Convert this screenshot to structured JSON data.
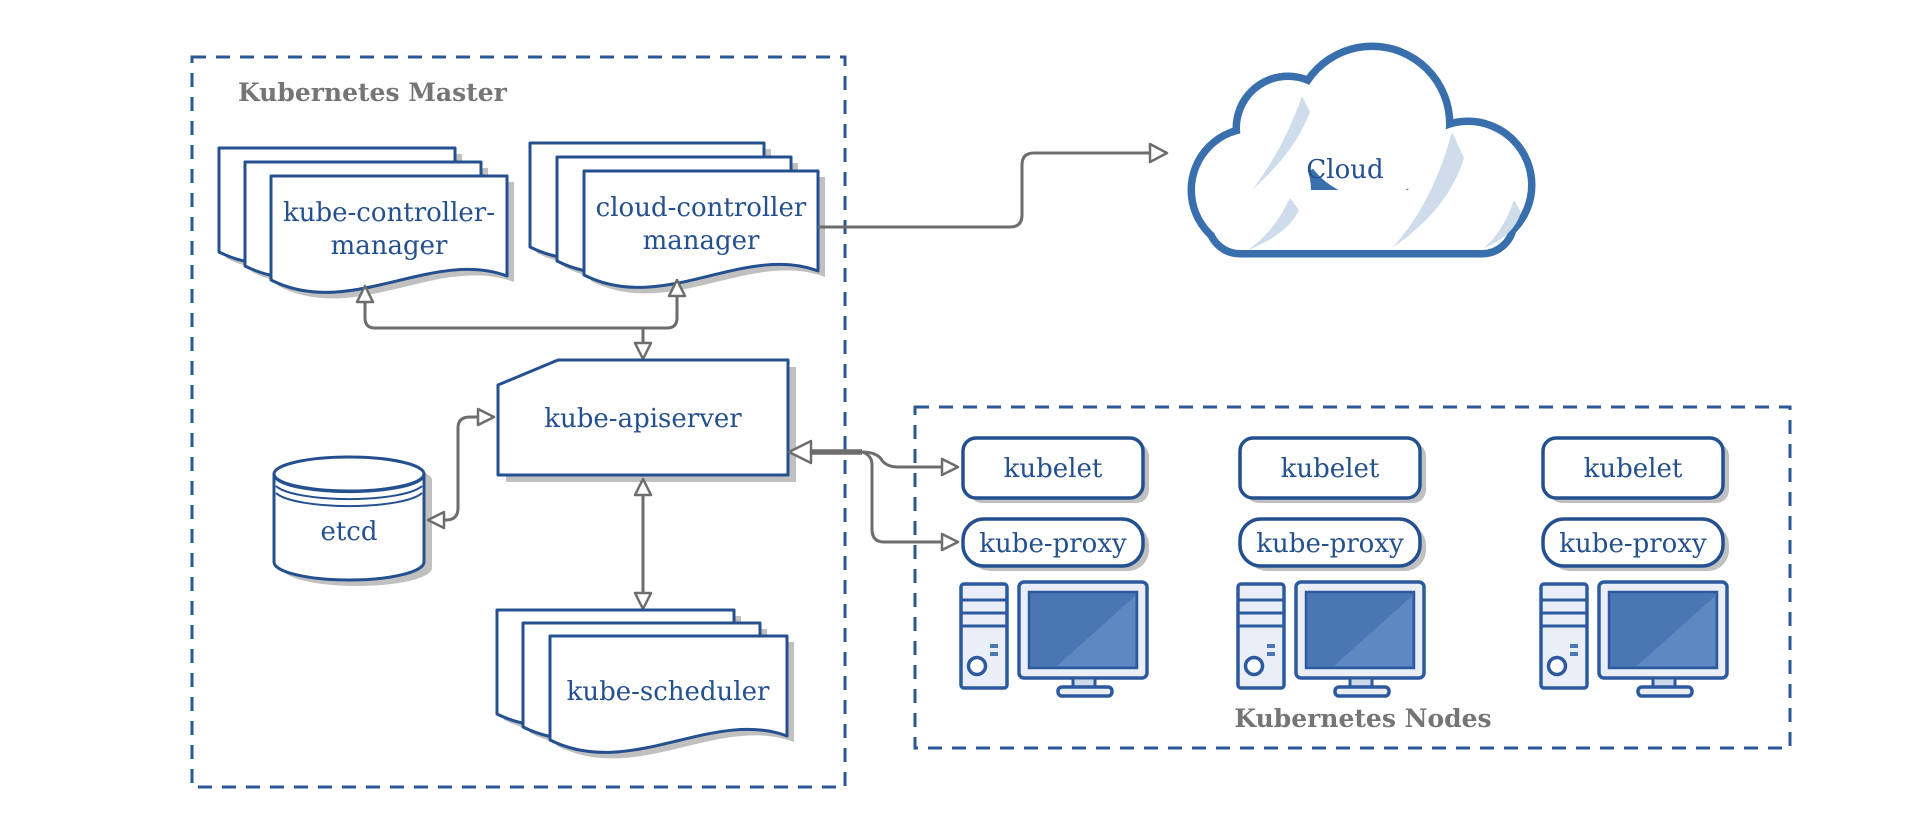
{
  "master": {
    "label": "Kubernetes Master",
    "kube_controller_manager": {
      "line1": "kube-controller-",
      "line2": "manager"
    },
    "cloud_controller_manager": {
      "line1": "cloud-controller",
      "line2": "manager"
    },
    "kube_apiserver": {
      "label": "kube-apiserver"
    },
    "etcd": {
      "label": "etcd"
    },
    "kube_scheduler": {
      "label": "kube-scheduler"
    }
  },
  "cloud": {
    "label": "Cloud"
  },
  "nodes": {
    "label": "Kubernetes Nodes",
    "columns": [
      {
        "kubelet": "kubelet",
        "kube_proxy": "kube-proxy"
      },
      {
        "kubelet": "kubelet",
        "kube_proxy": "kube-proxy"
      },
      {
        "kubelet": "kubelet",
        "kube_proxy": "kube-proxy"
      }
    ]
  },
  "colors": {
    "ink": "#24508f",
    "cloud_stroke": "#3a6fae",
    "crescent": "#cfdcec",
    "dash": "#2b5797",
    "label_gray": "#757575",
    "arrow_gray": "#6d6d6d",
    "shadow": "#b9b9b9",
    "pc_fill": "#4a77b4",
    "pc_sheen": "#5e88c2",
    "pc_light": "#eaeff7",
    "pc_mid": "#ccd9eb",
    "pc_outline": "#2d5a9e"
  }
}
